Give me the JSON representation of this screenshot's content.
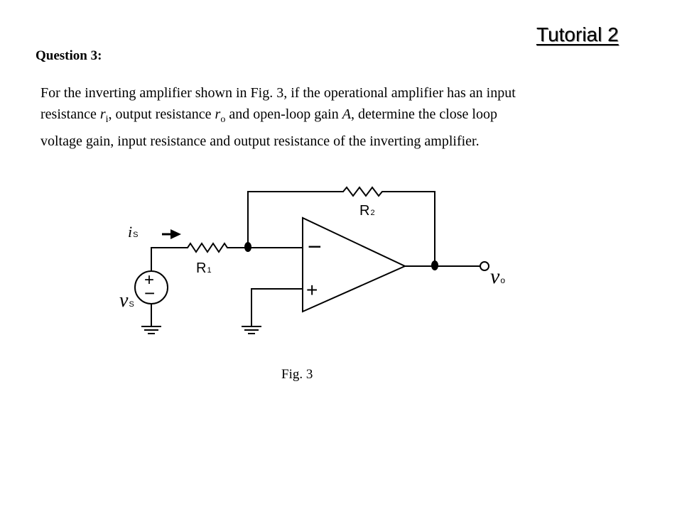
{
  "header": {
    "title": "Tutorial 2"
  },
  "question": {
    "label": "Question 3:",
    "line1": "For the inverting amplifier shown in Fig. 3, if the operational amplifier has an input",
    "line2_a": "resistance ",
    "line2_ri": "r",
    "line2_ri_sub": "i",
    "line2_b": ", output resistance ",
    "line2_ro": "r",
    "line2_ro_sub": "o",
    "line2_c": " and open-loop gain ",
    "line2_gain": "A",
    "line2_d": ", determine the close loop",
    "line3": "voltage gain, input resistance and output resistance of the inverting amplifier."
  },
  "figure": {
    "caption": "Fig. 3",
    "labels": {
      "is_main": "i",
      "is_sub": "S",
      "vs_main": "v",
      "vs_sub": "S",
      "vo_main": "v",
      "vo_sub": "o",
      "r1_main": "R",
      "r1_sub": "1",
      "r2_main": "R",
      "r2_sub": "2",
      "opamp_minus": "−",
      "opamp_plus": "+",
      "source_plus": "+",
      "source_minus": "−"
    }
  }
}
